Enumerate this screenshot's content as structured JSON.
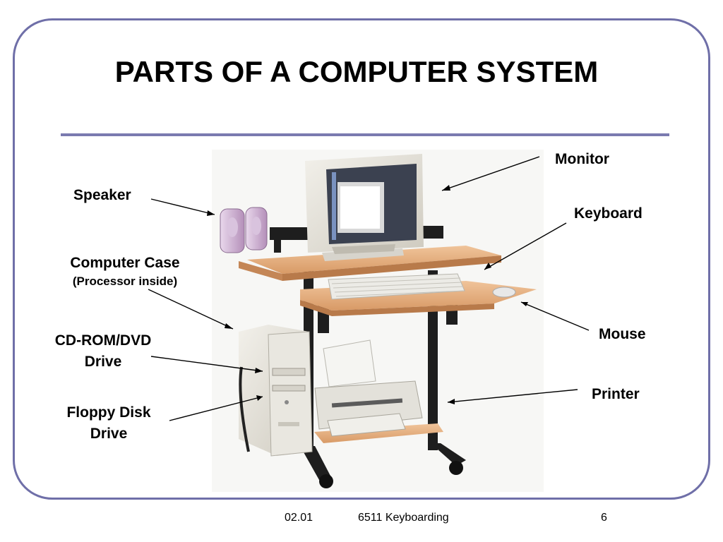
{
  "slide": {
    "title": "PARTS OF A COMPUTER SYSTEM",
    "accent_color": "#6f6fa8"
  },
  "labels": {
    "monitor": "Monitor",
    "speaker": "Speaker",
    "keyboard": "Keyboard",
    "computer_case": "Computer Case",
    "computer_case_note": "(Processor inside)",
    "cdrom_line1": "CD-ROM/DVD",
    "cdrom_line2": "Drive",
    "mouse": "Mouse",
    "printer": "Printer",
    "floppy_line1": "Floppy Disk",
    "floppy_line2": "Drive"
  },
  "footer": {
    "date": "02.01",
    "course": "6511  Keyboarding",
    "page": "6"
  }
}
